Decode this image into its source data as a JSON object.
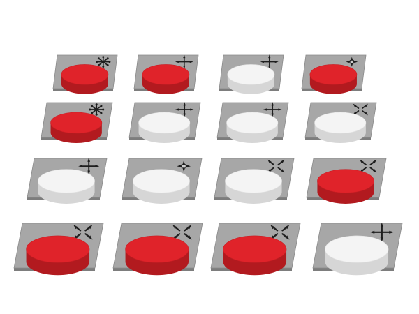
{
  "colors": {
    "background": "#ffffff",
    "tile": "#a7a7a7",
    "tile_edge": "#8a8a8a",
    "tile_shadow": "#7d7d7d",
    "red_top": "#e0232a",
    "red_side": "#b21a1f",
    "white_top": "#f4f4f4",
    "white_side": "#d6d6d6",
    "icon": "#1e1e1e"
  },
  "board": {
    "rows": 4,
    "cols": 4,
    "pieces": [
      {
        "row": 1,
        "col": 1,
        "color": "red",
        "move_icon": "star-8-icon"
      },
      {
        "row": 1,
        "col": 2,
        "color": "red",
        "move_icon": "orthogonal-arrows-icon"
      },
      {
        "row": 1,
        "col": 3,
        "color": "white",
        "move_icon": "orthogonal-arrows-icon"
      },
      {
        "row": 1,
        "col": 4,
        "color": "red",
        "move_icon": "orthogonal-short-icon"
      },
      {
        "row": 2,
        "col": 1,
        "color": "red",
        "move_icon": "star-8-icon"
      },
      {
        "row": 2,
        "col": 2,
        "color": "white",
        "move_icon": "orthogonal-arrows-icon"
      },
      {
        "row": 2,
        "col": 3,
        "color": "white",
        "move_icon": "orthogonal-arrows-icon"
      },
      {
        "row": 2,
        "col": 4,
        "color": "white",
        "move_icon": "diagonal-arrows-icon"
      },
      {
        "row": 3,
        "col": 1,
        "color": "white",
        "move_icon": "orthogonal-arrows-icon"
      },
      {
        "row": 3,
        "col": 2,
        "color": "white",
        "move_icon": "orthogonal-short-icon"
      },
      {
        "row": 3,
        "col": 3,
        "color": "white",
        "move_icon": "diagonal-arrows-icon"
      },
      {
        "row": 3,
        "col": 4,
        "color": "red",
        "move_icon": "diagonal-arrows-icon"
      },
      {
        "row": 4,
        "col": 1,
        "color": "red",
        "move_icon": "diagonal-arrows-icon"
      },
      {
        "row": 4,
        "col": 2,
        "color": "red",
        "move_icon": "diagonal-arrows-icon"
      },
      {
        "row": 4,
        "col": 3,
        "color": "red",
        "move_icon": "diagonal-arrows-icon"
      },
      {
        "row": 4,
        "col": 4,
        "color": "white",
        "move_icon": "orthogonal-arrows-icon"
      }
    ]
  }
}
